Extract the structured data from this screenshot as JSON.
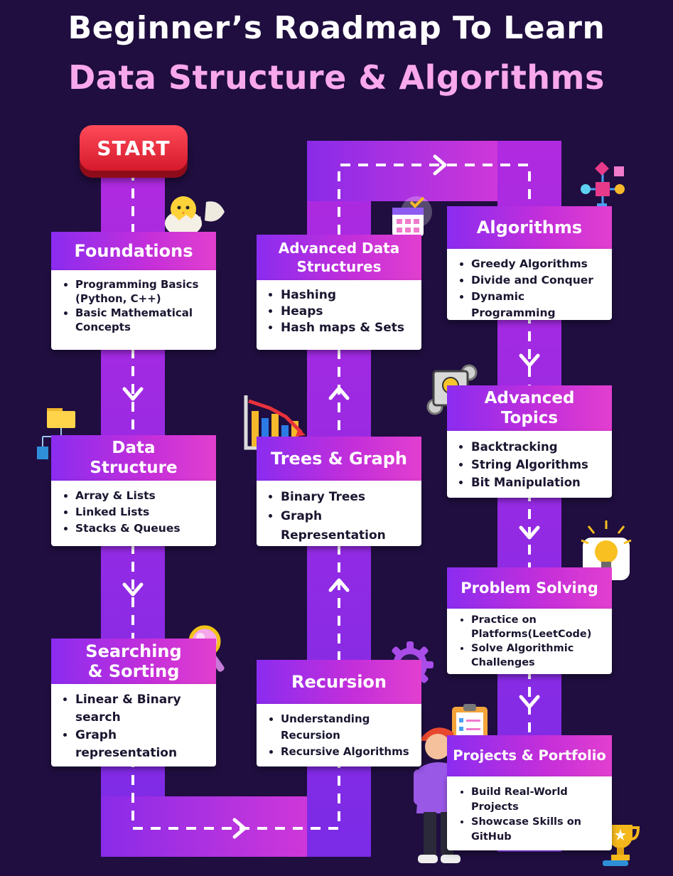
{
  "title": {
    "line1": "Beginner’s Roadmap To Learn",
    "line2": "Data Structure & Algorithms"
  },
  "start_label": "START",
  "cards": [
    {
      "title": "Foundations",
      "items": [
        "Programming Basics (Python, C++)",
        "Basic Mathematical Concepts"
      ]
    },
    {
      "title": "Data Structure",
      "items": [
        "Array & Lists",
        "Linked Lists",
        "Stacks & Queues"
      ]
    },
    {
      "title": "Searching & Sorting",
      "items": [
        "Linear & Binary search",
        "Graph representation"
      ]
    },
    {
      "title": "Recursion",
      "items": [
        "Understanding Recursion",
        "Recursive Algorithms"
      ]
    },
    {
      "title": "Trees & Graph",
      "items": [
        "Binary Trees",
        "Graph Representation"
      ]
    },
    {
      "title": "Advanced Data Structures",
      "items": [
        "Hashing",
        "Heaps",
        "Hash maps & Sets"
      ]
    },
    {
      "title": "Algorithms",
      "items": [
        "Greedy Algorithms",
        "Divide and Conquer",
        "Dynamic Programming"
      ]
    },
    {
      "title": "Advanced Topics",
      "items": [
        "Backtracking",
        "String Algorithms",
        "Bit Manipulation"
      ]
    },
    {
      "title": "Problem Solving",
      "items": [
        "Practice on Platforms(LeetCode)",
        "Solve Algorithmic Challenges"
      ]
    },
    {
      "title": "Projects & Portfolio",
      "items": [
        "Build Real-World Projects",
        "Showcase Skills on GitHub"
      ]
    }
  ],
  "colors": {
    "background": "#1f0e3f",
    "title_accent": "#f9a8ec",
    "start": "#e8263a",
    "header_gradient_start": "#8b2cf0",
    "header_gradient_end": "#e23fcf"
  },
  "icons": [
    "chick-in-egg-icon",
    "folder-tree-icon",
    "magnifier-icon",
    "bar-chart-icon",
    "gear-check-icon",
    "calendar-icon",
    "flowchart-icon",
    "bulb-chip-icon",
    "lightbulb-icon",
    "clipboard-icon",
    "student-figure-icon",
    "trophy-icon"
  ]
}
